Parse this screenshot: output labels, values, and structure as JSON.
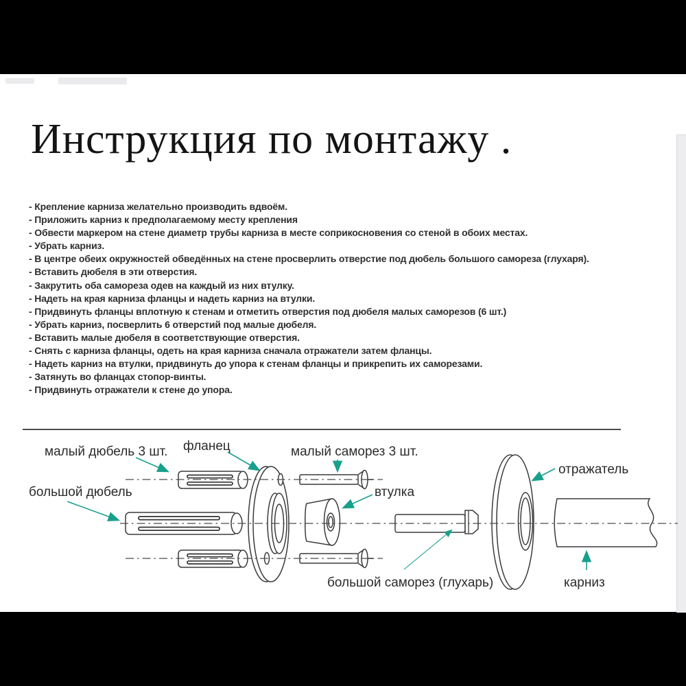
{
  "title": "Инструкция по монтажу .",
  "instructions": {
    "steps": [
      "- Крепление карниза желательно производить вдвоём.",
      "- Приложить карниз к предполагаемому месту крепления",
      "- Обвести маркером на стене диаметр трубы карниза в месте соприкосновения со стеной в обоих местах.",
      "- Убрать карниз.",
      "- В центре обеих окружностей обведённых на стене просверлить отверстие под дюбель большого самореза (глухаря).",
      "- Вставить дюбеля в эти отверстия.",
      "- Закрутить оба самореза одев на каждый из них втулку.",
      "- Надеть на края карниза фланцы и надеть карниз на втулки.",
      "- Придвинуть фланцы вплотную к стенам и отметить отверстия под дюбеля малых саморезов (6 шт.)",
      "- Убрать карниз, посверлить 6 отверстий под малые дюбеля.",
      "- Вставить малые дюбеля в соответствующие отверстия.",
      "- Снять с карниза фланцы, одеть на края карниза сначала отражатели затем фланцы.",
      "- Надеть карниз на втулки, придвинуть до упора к стенам фланцы и прикрепить их саморезами.",
      "- Затянуть во фланцах стопор-винты.",
      "- Придвинуть отражатели к стене до упора."
    ]
  },
  "diagram": {
    "labels": {
      "small_dowel": "малый дюбель 3 шт.",
      "flange": "фланец",
      "small_screw": "малый саморез 3 шт.",
      "big_dowel": "большой дюбель",
      "bushing": "втулка",
      "reflector": "отражатель",
      "big_screw": "большой саморез (глухарь)",
      "cornice": "карниз"
    }
  },
  "colors": {
    "accent_teal": "#18a08c",
    "drawing_line": "#3a3a3a",
    "letterbox": "#000000"
  }
}
